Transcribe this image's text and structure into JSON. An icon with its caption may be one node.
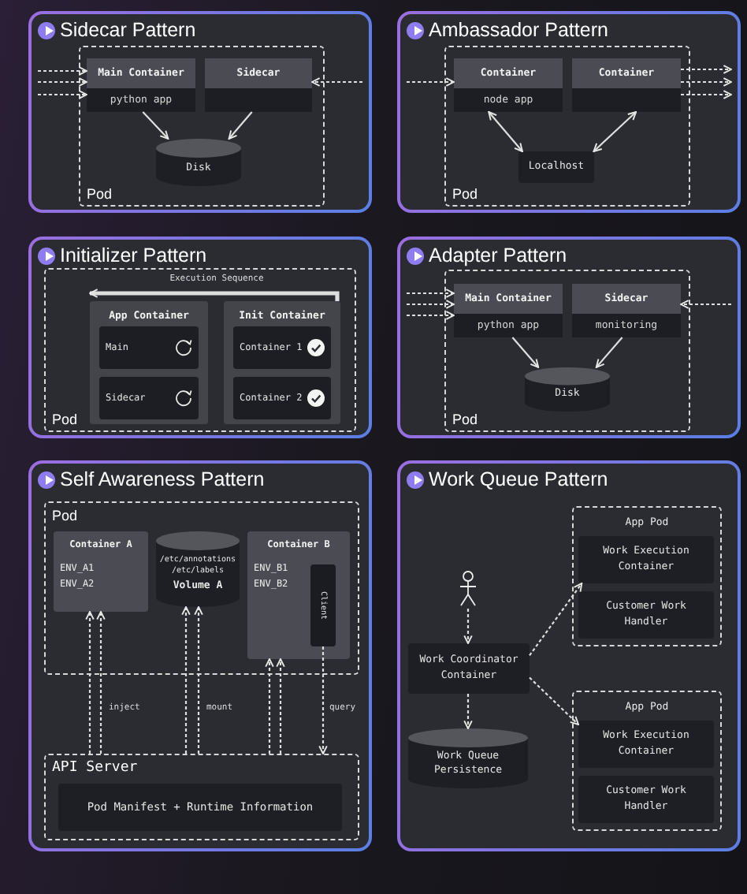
{
  "diagram": {
    "nodes": [
      {
        "text": [
          "Sidecar Pattern"
        ]
      },
      {
        "text": [
          "Pod"
        ],
        "in": 0
      },
      {
        "text": [
          "Main Container",
          "python app"
        ],
        "in": 1
      },
      {
        "text": [
          "Sidecar"
        ],
        "in": 1
      },
      {
        "text": [
          "Disk"
        ],
        "in": 1
      },
      {
        "text": [
          "Ambassador Pattern"
        ]
      },
      {
        "text": [
          "Pod"
        ],
        "in": 5
      },
      {
        "text": [
          "Container",
          "node app"
        ],
        "in": 6
      },
      {
        "text": [
          "Container"
        ],
        "in": 6
      },
      {
        "text": [
          "Localhost"
        ],
        "in": 6
      },
      {
        "text": [
          "Initializer Pattern"
        ]
      },
      {
        "text": [
          "Pod"
        ],
        "in": 10
      },
      {
        "text": [
          "App Container"
        ],
        "in": 11
      },
      {
        "text": [
          "Main"
        ],
        "in": 12
      },
      {
        "text": [
          "Sidecar"
        ],
        "in": 12
      },
      {
        "text": [
          "Init Container"
        ],
        "in": 11
      },
      {
        "text": [
          "Container 1"
        ],
        "in": 15
      },
      {
        "text": [
          "Container 2"
        ],
        "in": 15
      },
      {
        "text": [
          "Adapter Pattern"
        ]
      },
      {
        "text": [
          "Pod"
        ],
        "in": 18
      },
      {
        "text": [
          "Main Container",
          "python app"
        ],
        "in": 19
      },
      {
        "text": [
          "Sidecar",
          "monitoring"
        ],
        "in": 19
      },
      {
        "text": [
          "Disk"
        ],
        "in": 19
      },
      {
        "text": [
          "Self Awareness Pattern"
        ]
      },
      {
        "text": [
          "Pod"
        ],
        "in": 23
      },
      {
        "text": [
          "Container A",
          "ENV_A1",
          "ENV_A2"
        ],
        "in": 24
      },
      {
        "text": [
          "/etc/annotations /etc/labels",
          "Volume A"
        ],
        "in": 24
      },
      {
        "text": [
          "Container B",
          "ENV_B1",
          "ENV_B2"
        ],
        "in": 24
      },
      {
        "text": [
          "Client"
        ],
        "in": 27
      },
      {
        "text": [
          "API Server"
        ],
        "in": 23
      },
      {
        "text": [
          "Pod Manifest + Runtime Information"
        ],
        "in": 29
      },
      {
        "text": [
          "Work Queue Pattern"
        ]
      },
      {
        "text": [],
        "shape": "person",
        "in": 31
      },
      {
        "text": [
          "Work Coordinator Container"
        ],
        "in": 31
      },
      {
        "text": [
          "Work Queue Persistence"
        ],
        "in": 31
      },
      {
        "text": [
          "App Pod"
        ],
        "in": 31
      },
      {
        "text": [
          "Work Execution Container"
        ],
        "in": 35
      },
      {
        "text": [
          "Customer Work Handler"
        ],
        "in": 35
      },
      {
        "text": [
          "App Pod"
        ],
        "in": 31
      },
      {
        "text": [
          "Work Execution Container"
        ],
        "in": 38
      },
      {
        "text": [
          "Customer Work Handler"
        ],
        "in": 38
      }
    ],
    "edges": [
      {
        "from": null,
        "to": 2,
        "arrow": "to",
        "style": "dashed"
      },
      {
        "from": null,
        "to": 2,
        "arrow": "to",
        "style": "dashed"
      },
      {
        "from": null,
        "to": 2,
        "arrow": "to",
        "style": "dashed"
      },
      {
        "from": null,
        "to": 3,
        "arrow": "to",
        "style": "dashed"
      },
      {
        "from": 2,
        "to": 4,
        "arrow": "to"
      },
      {
        "from": 3,
        "to": 4,
        "arrow": "to"
      },
      {
        "from": null,
        "to": 7,
        "arrow": "to",
        "style": "dashed"
      },
      {
        "from": 8,
        "to": null,
        "arrow": "to",
        "style": "dashed"
      },
      {
        "from": 8,
        "to": null,
        "arrow": "to",
        "style": "dashed"
      },
      {
        "from": 8,
        "to": null,
        "arrow": "to",
        "style": "dashed"
      },
      {
        "from": 7,
        "to": 9,
        "arrow": "both"
      },
      {
        "from": 8,
        "to": 9,
        "arrow": "both"
      },
      {
        "from": null,
        "to": 20,
        "arrow": "to",
        "style": "dashed"
      },
      {
        "from": null,
        "to": 20,
        "arrow": "to",
        "style": "dashed"
      },
      {
        "from": null,
        "to": 20,
        "arrow": "to",
        "style": "dashed"
      },
      {
        "from": null,
        "to": 21,
        "arrow": "to",
        "style": "dashed"
      },
      {
        "from": 20,
        "to": 22,
        "arrow": "to"
      },
      {
        "from": 21,
        "to": 22,
        "arrow": "to"
      },
      {
        "from": 29,
        "to": 25,
        "arrow": "to",
        "style": "dashed"
      },
      {
        "from": 29,
        "to": 25,
        "arrow": "to",
        "style": "dashed",
        "label": "inject"
      },
      {
        "from": 29,
        "to": 26,
        "arrow": "to",
        "style": "dashed"
      },
      {
        "from": 29,
        "to": 26,
        "arrow": "to",
        "style": "dashed",
        "label": "mount"
      },
      {
        "from": 29,
        "to": 27,
        "arrow": "to",
        "style": "dashed"
      },
      {
        "from": 29,
        "to": 27,
        "arrow": "to",
        "style": "dashed"
      },
      {
        "from": 28,
        "to": 29,
        "arrow": "to",
        "style": "dashed",
        "label": "query"
      },
      {
        "from": 32,
        "to": 33,
        "arrow": "to",
        "style": "dashed"
      },
      {
        "from": 33,
        "to": 34,
        "arrow": "to",
        "style": "dashed"
      },
      {
        "from": 33,
        "to": 36,
        "arrow": "to",
        "style": "dashed"
      },
      {
        "from": 33,
        "to": 39,
        "arrow": "to",
        "style": "dashed"
      },
      {
        "from": 15,
        "to": 12,
        "arrow": "to",
        "style": "thick",
        "label": "Execution Sequence"
      }
    ]
  }
}
